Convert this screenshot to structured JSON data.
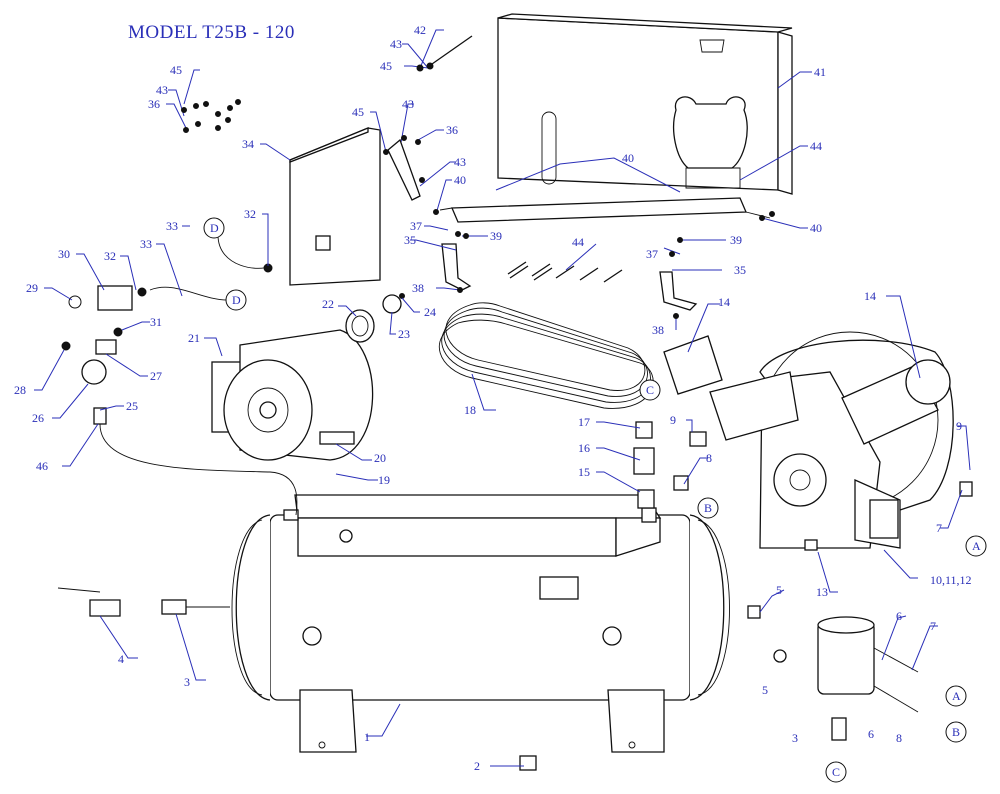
{
  "title": "MODEL T25B - 120",
  "callouts": [
    "1",
    "2",
    "3",
    "4",
    "5",
    "6",
    "7",
    "8",
    "9",
    "10,11,12",
    "13",
    "14",
    "15",
    "16",
    "17",
    "18",
    "19",
    "20",
    "21",
    "22",
    "23",
    "24",
    "25",
    "26",
    "27",
    "28",
    "29",
    "30",
    "31",
    "32",
    "33",
    "34",
    "35",
    "36",
    "37",
    "38",
    "39",
    "40",
    "41",
    "42",
    "43",
    "44",
    "45",
    "46"
  ],
  "connection_refs": [
    "A",
    "B",
    "C",
    "D"
  ]
}
